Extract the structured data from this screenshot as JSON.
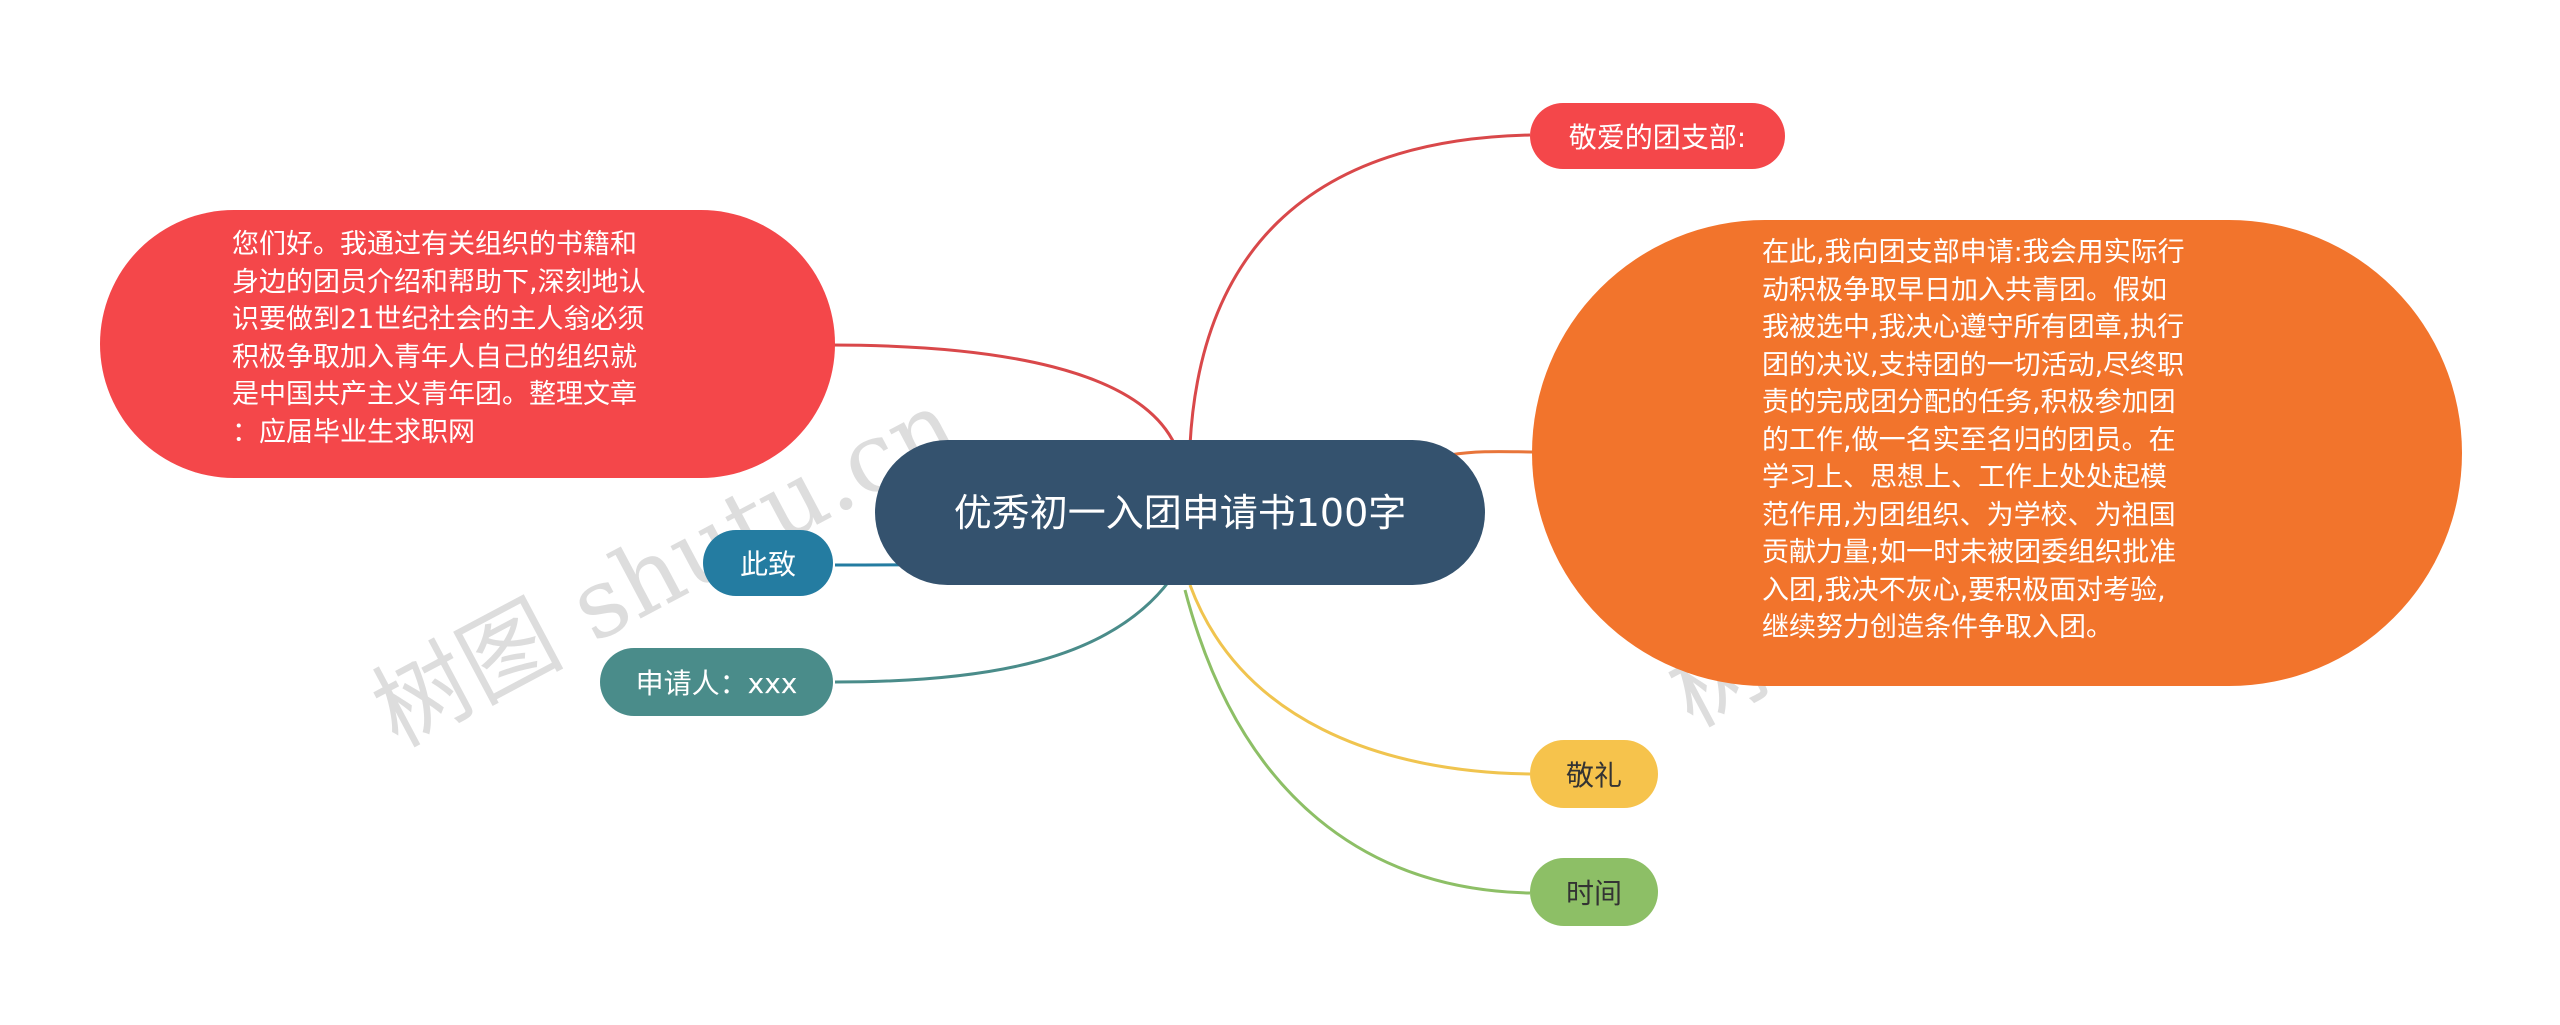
{
  "center": {
    "label": "优秀初一入团申请书100字",
    "color": "#34526e"
  },
  "branches": {
    "greeting_target": {
      "label": "敬爱的团支部:",
      "color": "#f4474a",
      "line_color": "#d9484a"
    },
    "intro": {
      "label": "您们好。我通过有关组织的书籍和\n身边的团员介绍和帮助下,深刻地认\n识要做到21世纪社会的主人翁必须\n积极争取加入青年人自己的组织就\n是中国共产主义青年团。整理文章\n：应届毕业生求职网",
      "color": "#f4474a",
      "line_color": "#d9484a"
    },
    "application": {
      "label": "在此,我向团支部申请:我会用实际行\n动积极争取早日加入共青团。假如\n我被选中,我决心遵守所有团章,执行\n团的决议,支持团的一切活动,尽终职\n责的完成团分配的任务,积极参加团\n的工作,做一名实至名归的团员。在\n学习上、思想上、工作上处处起模\n范作用,为团组织、为学校、为祖国\n贡献力量;如一时未被团委组织批准\n入团,我决不灰心,要积极面对考验,\n继续努力创造条件争取入团。",
      "color": "#f2742c",
      "line_color": "#e8753a"
    },
    "cizhi": {
      "label": "此致",
      "color": "#247ca1",
      "line_color": "#247ca1"
    },
    "applicant": {
      "label": "申请人：xxx",
      "color": "#4a8c8a",
      "line_color": "#4a8c8a"
    },
    "jingli": {
      "label": "敬礼",
      "color": "#f6c34c",
      "line_color": "#f0c44f",
      "text_color": "#333333"
    },
    "time": {
      "label": "时间",
      "color": "#8dbf66",
      "line_color": "#8dbf66",
      "text_color": "#333333"
    }
  },
  "watermarks": [
    "树图 shutu.cn",
    "树图"
  ]
}
